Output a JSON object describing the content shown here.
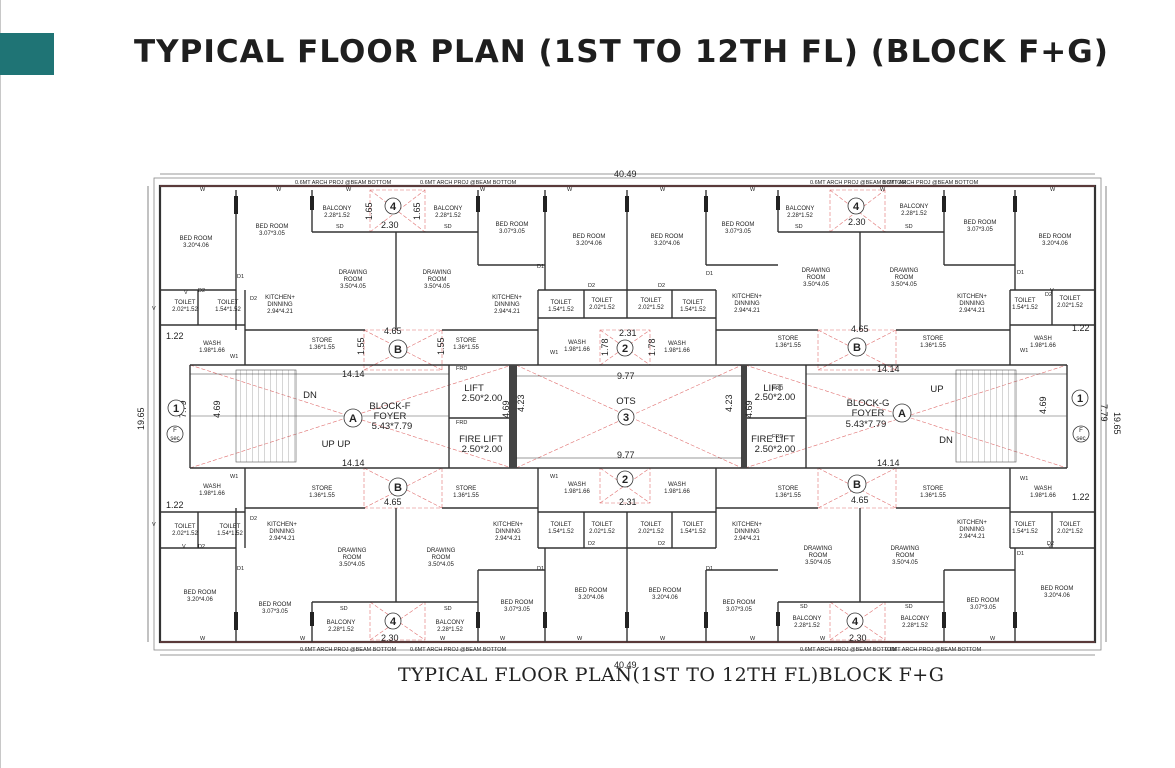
{
  "header": {
    "title": "TYPICAL FLOOR PLAN (1ST TO 12TH FL) (BLOCK F+G)",
    "accent_color": "#1f7475"
  },
  "plan": {
    "caption": "TYPICAL FLOOR PLAN(1ST TO 12TH FL)BLOCK F+G",
    "overall_width": "40.49",
    "overall_depth": "19.65",
    "side_depth": "7.79",
    "beam_note": "0.6MT ARCH PROJ @BEAM BOTTOM",
    "core": {
      "lift": {
        "label": "LIFT",
        "size": "2.50*2.00"
      },
      "fire_lift": {
        "label": "FIRE LIFT",
        "size": "2.50*2.00"
      },
      "ots": {
        "label": "OTS",
        "number": "3"
      },
      "foyer_f": {
        "label": "BLOCK-F",
        "sub": "FOYER",
        "size": "5.43*7.79"
      },
      "foyer_g": {
        "label": "BLOCK-G",
        "sub": "FOYER",
        "size": "5.43*7.79"
      },
      "up": "UP",
      "dn": "DN",
      "up_up": "UP UP"
    },
    "marks": {
      "a": "A",
      "b": "B",
      "two": "2",
      "four": "4",
      "one": "1",
      "sec": "sec",
      "f": "F"
    },
    "dims": {
      "d1": "14.14",
      "d2": "9.77",
      "d3": "4.65",
      "d4": "1.55",
      "d5": "2.31",
      "d6": "1.78",
      "d7": "4.69",
      "d8": "4.23",
      "d9": "1.22",
      "d10": "2.30",
      "d11": "1.65"
    },
    "rooms": {
      "bed_a": {
        "label": "BED ROOM",
        "size": "3.20*4.06"
      },
      "bed_b": {
        "label": "BED ROOM",
        "size": "3.07*3.05"
      },
      "balcony": {
        "label": "BALCONY",
        "size": "2.28*1.52"
      },
      "drawing": {
        "label": "DRAWING",
        "label2": "ROOM",
        "size": "3.50*4.05"
      },
      "kitchen": {
        "label": "KITCHEN+",
        "label2": "DINNING",
        "size": "2.94*4.21"
      },
      "toilet_a": {
        "label": "TOILET",
        "size": "2.02*1.52"
      },
      "toilet_b": {
        "label": "TOILET",
        "size": "1.54*1.52"
      },
      "wash": {
        "label": "WASH",
        "size": "1.98*1.66"
      },
      "store": {
        "label": "STORE",
        "size": "1.36*1.55"
      }
    },
    "tags": {
      "d1": "D1",
      "d2": "D2",
      "w": "W",
      "w1": "W1",
      "v": "V",
      "sd": "SD",
      "frd": "FRD"
    }
  }
}
